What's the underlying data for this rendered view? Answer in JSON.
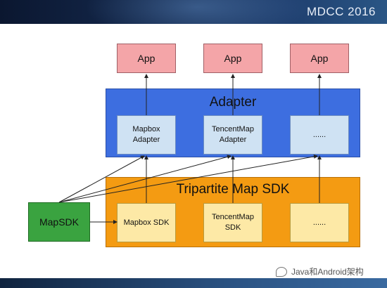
{
  "banner": {
    "text": "MDCC 2016"
  },
  "apps": [
    "App",
    "App",
    "App"
  ],
  "adapter_layer": {
    "title": "Adapter",
    "boxes": [
      "Mapbox\nAdapter",
      "TencentMap\nAdapter",
      "......"
    ]
  },
  "sdk_layer": {
    "title": "Tripartite Map SDK",
    "boxes": [
      "Mapbox SDK",
      "TencentMap\nSDK",
      "......"
    ]
  },
  "mapsdk": {
    "label": "MapSDK"
  },
  "watermark": {
    "text": "Java和Android架构"
  },
  "colors": {
    "app_fill": "#f4a5a8",
    "adapter_layer": "#3d6ee0",
    "adapter_box": "#cfe2f3",
    "sdk_layer": "#f49b12",
    "sdk_box": "#fde9a6",
    "mapsdk_fill": "#3aa340"
  }
}
